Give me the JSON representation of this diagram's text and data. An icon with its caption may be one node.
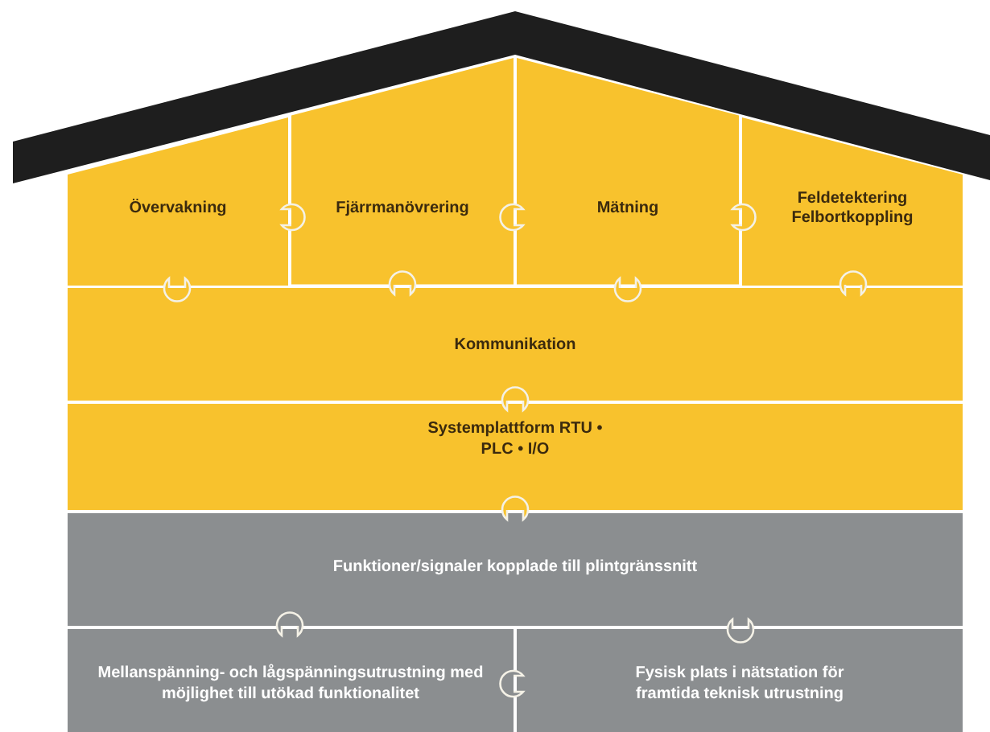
{
  "diagram": {
    "nodes": [
      {
        "text": [],
        "shape": "roof"
      },
      {
        "text": [
          "Övervakning"
        ]
      },
      {
        "text": [
          "Fjärrmanövrering"
        ]
      },
      {
        "text": [
          "Mätning"
        ]
      },
      {
        "text": [
          "Feldetektering Felbortkoppling"
        ]
      },
      {
        "text": [
          "Kommunikation"
        ]
      },
      {
        "text": [
          "Systemplattform RTU • PLC • I/O"
        ]
      },
      {
        "text": [
          "Funktioner/signaler kopplade till plintgränssnitt"
        ]
      },
      {
        "text": [
          "Mellanspänning- och lågspänningsutrustning med möjlighet till utökad funktionalitet"
        ]
      },
      {
        "text": [
          "Fysisk plats i nätstation för framtida teknisk utrustning"
        ]
      }
    ]
  }
}
